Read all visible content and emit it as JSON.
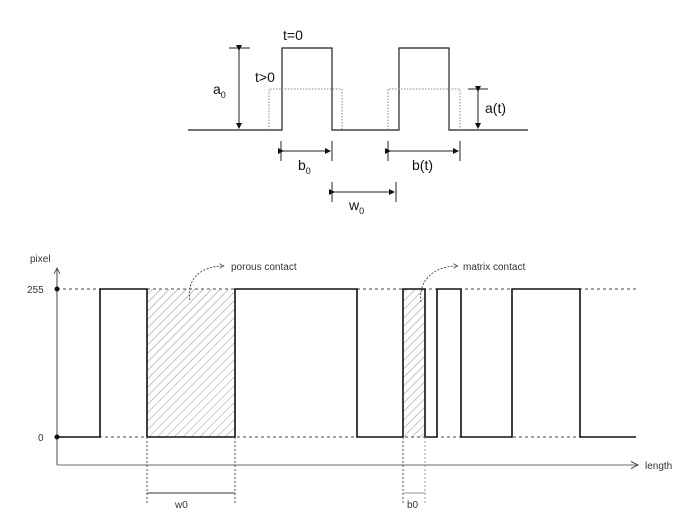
{
  "top_diagram": {
    "label_t0": "t=0",
    "label_tgt0": "t>0",
    "label_a0": "a",
    "label_a0_sub": "0",
    "label_at": "a(t)",
    "label_b0": "b",
    "label_b0_sub": "0",
    "label_bt": "b(t)",
    "label_w0": "w",
    "label_w0_sub": "0"
  },
  "bottom_diagram": {
    "y_axis_label": "pixel",
    "x_axis_label": "length",
    "y_tick_high": "255",
    "y_tick_low": "0",
    "annotation_porous": "porous contact",
    "annotation_matrix": "matrix contact",
    "label_w0": "w0",
    "label_b0": "b0"
  }
}
